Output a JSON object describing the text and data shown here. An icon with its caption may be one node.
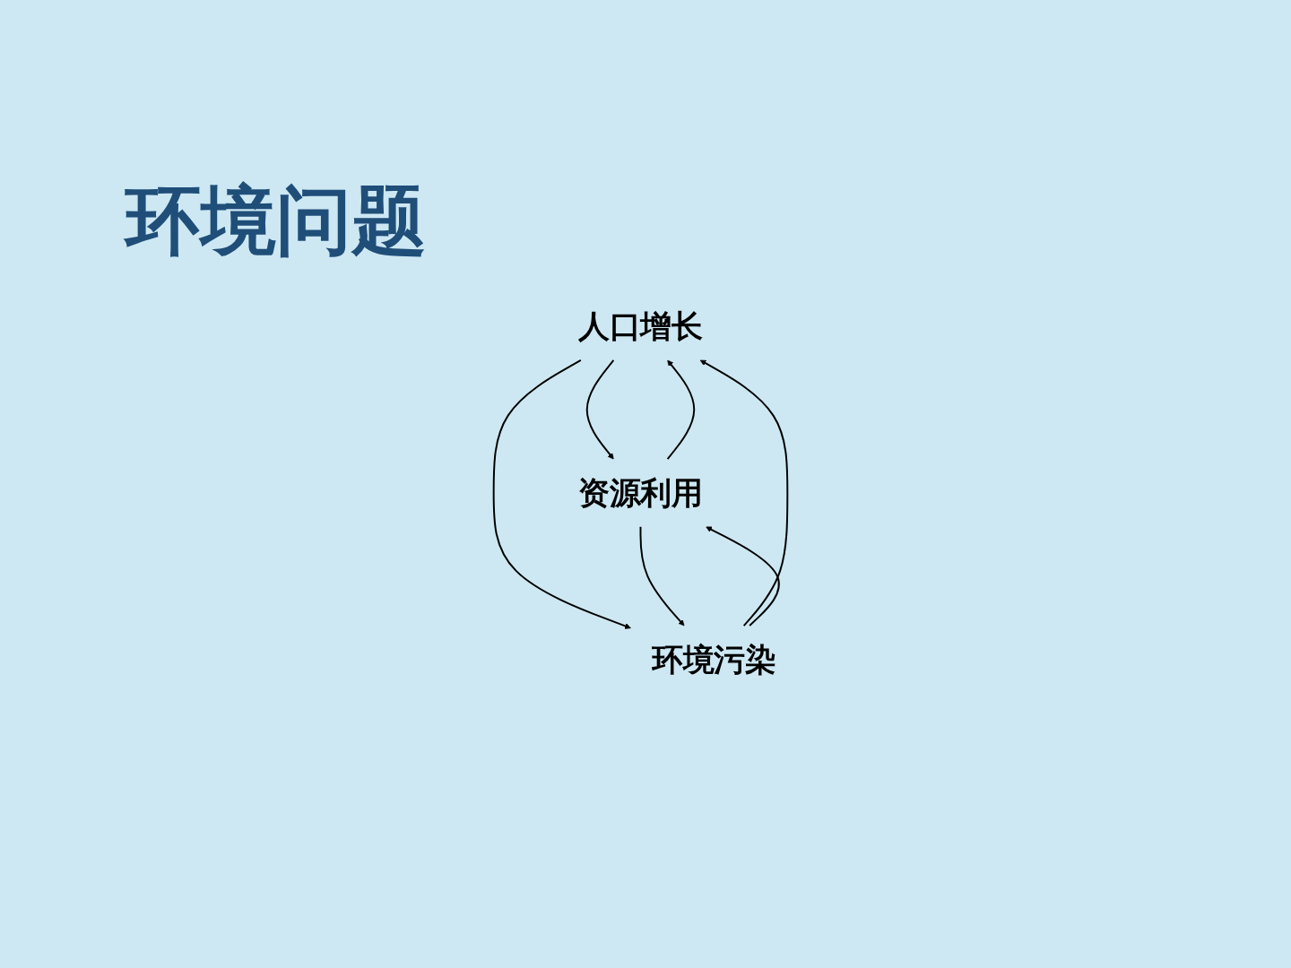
{
  "diagram": {
    "title": "环境问题",
    "nodes": [
      {
        "text": [
          "人口增长"
        ]
      },
      {
        "text": [
          "资源利用"
        ]
      },
      {
        "text": [
          "环境污染"
        ]
      }
    ],
    "edges": [
      {
        "from": 0,
        "to": 1,
        "arrow": "to"
      },
      {
        "from": 1,
        "to": 0,
        "arrow": "to"
      },
      {
        "from": 0,
        "to": 2,
        "arrow": "to"
      },
      {
        "from": 2,
        "to": 0,
        "arrow": "to"
      },
      {
        "from": 1,
        "to": 2,
        "arrow": "to"
      },
      {
        "from": 2,
        "to": 1,
        "arrow": "to"
      }
    ]
  }
}
